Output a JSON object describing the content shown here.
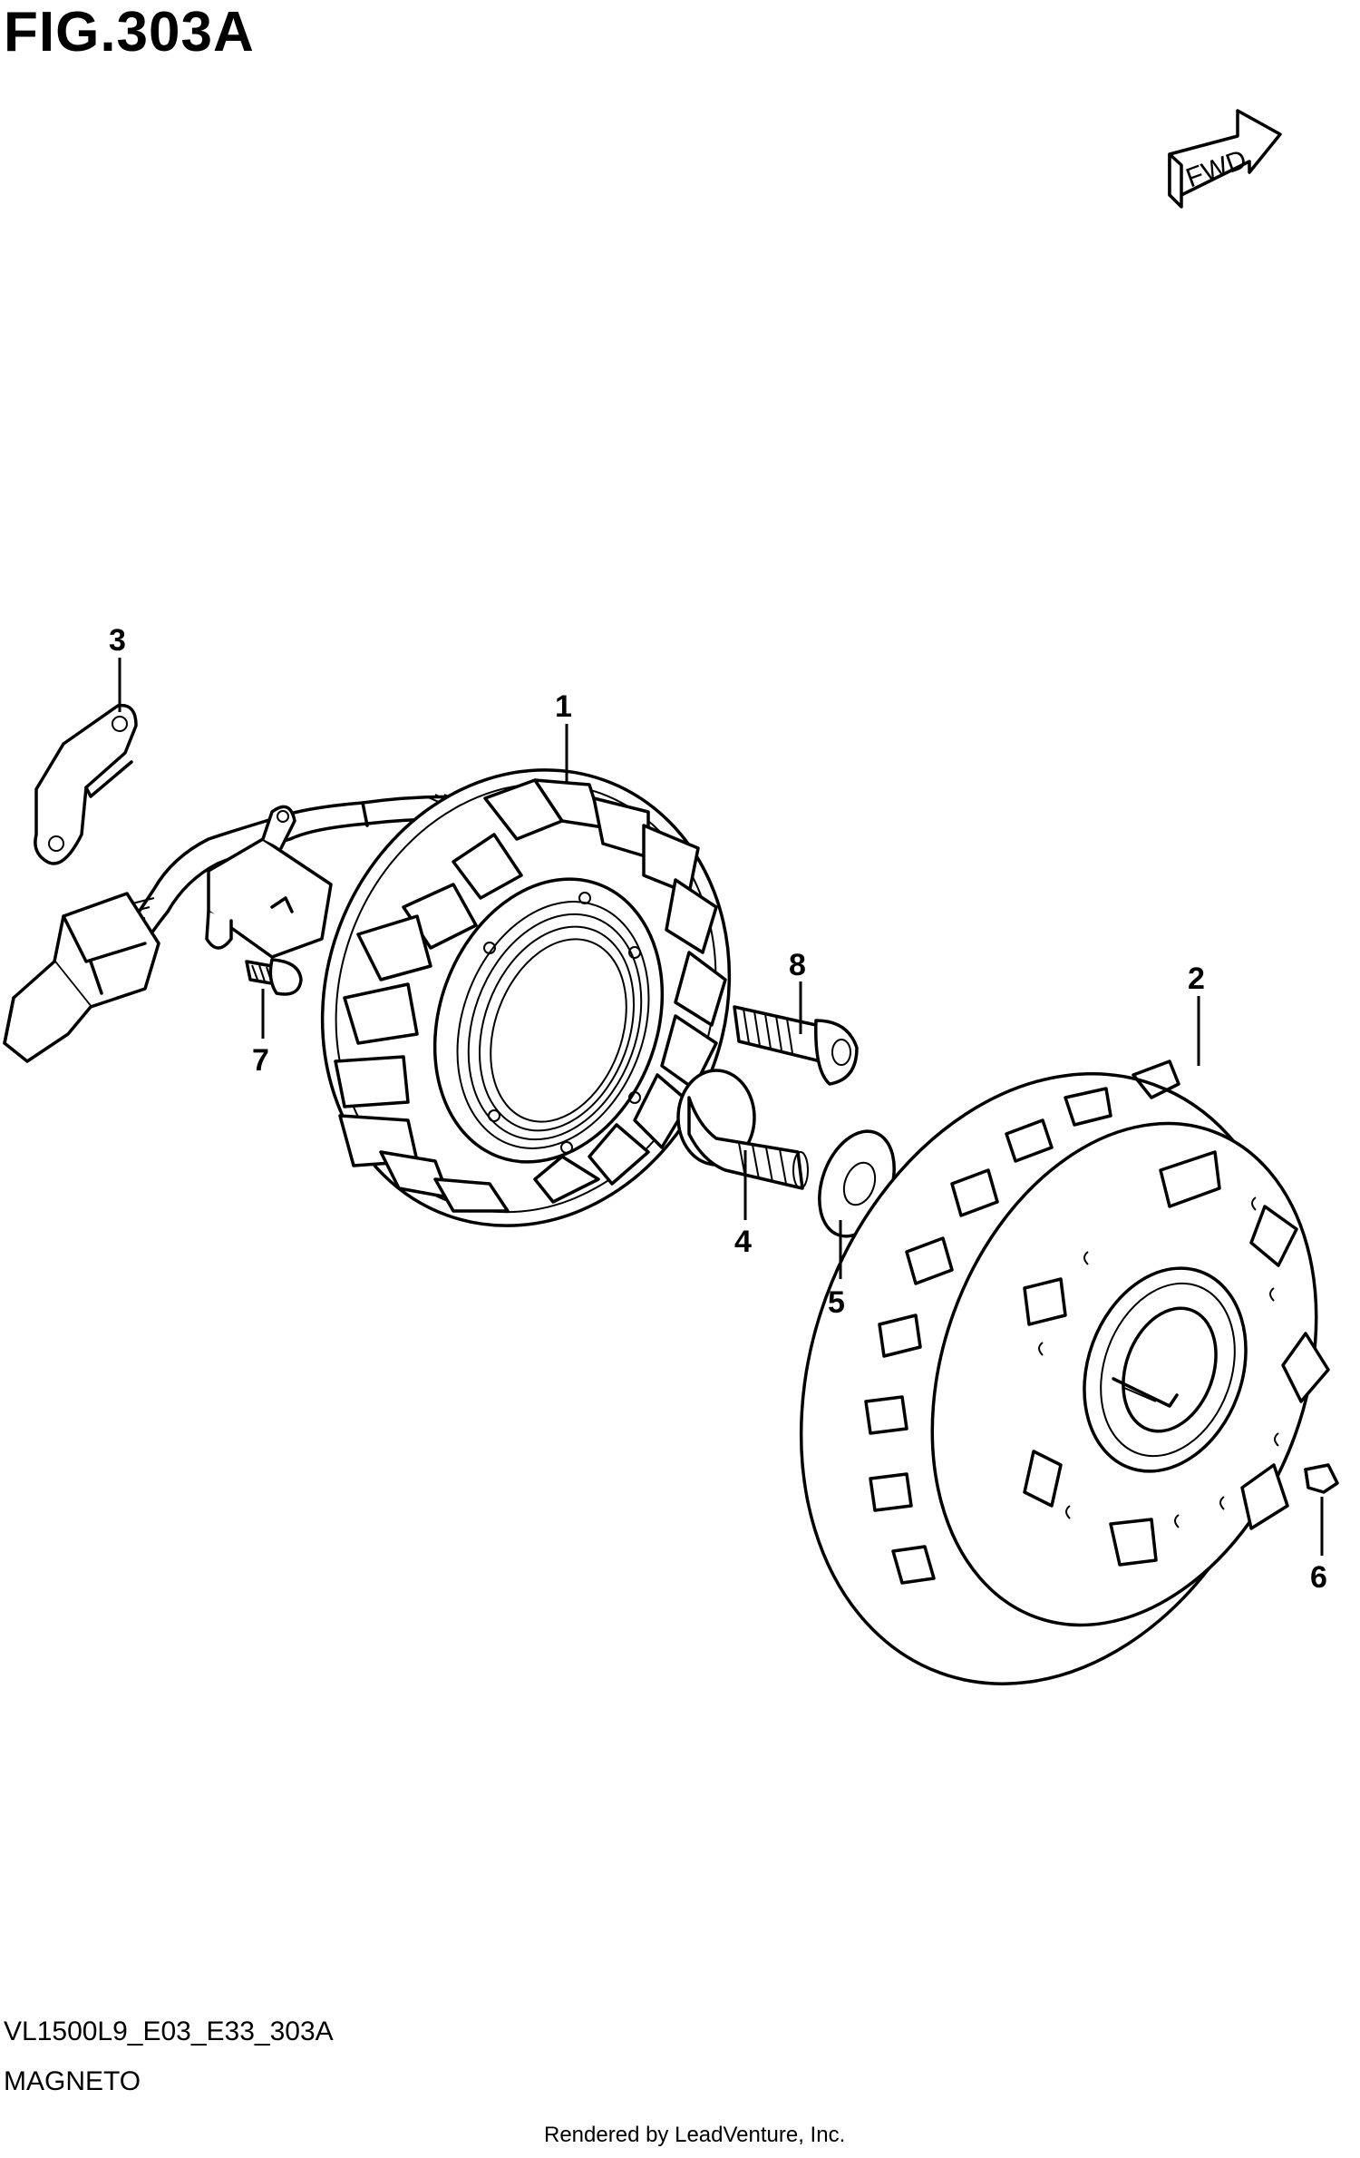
{
  "figure": {
    "title": "FIG.303A",
    "code": "VL1500L9_E03_E33_303A",
    "section": "MAGNETO",
    "credit": "Rendered by LeadVenture, Inc.",
    "fwd_label": "FWD"
  },
  "callouts": [
    {
      "id": "1",
      "label": "1"
    },
    {
      "id": "2",
      "label": "2"
    },
    {
      "id": "3",
      "label": "3"
    },
    {
      "id": "4",
      "label": "4"
    },
    {
      "id": "5",
      "label": "5"
    },
    {
      "id": "6",
      "label": "6"
    },
    {
      "id": "7",
      "label": "7"
    },
    {
      "id": "8",
      "label": "8"
    }
  ]
}
